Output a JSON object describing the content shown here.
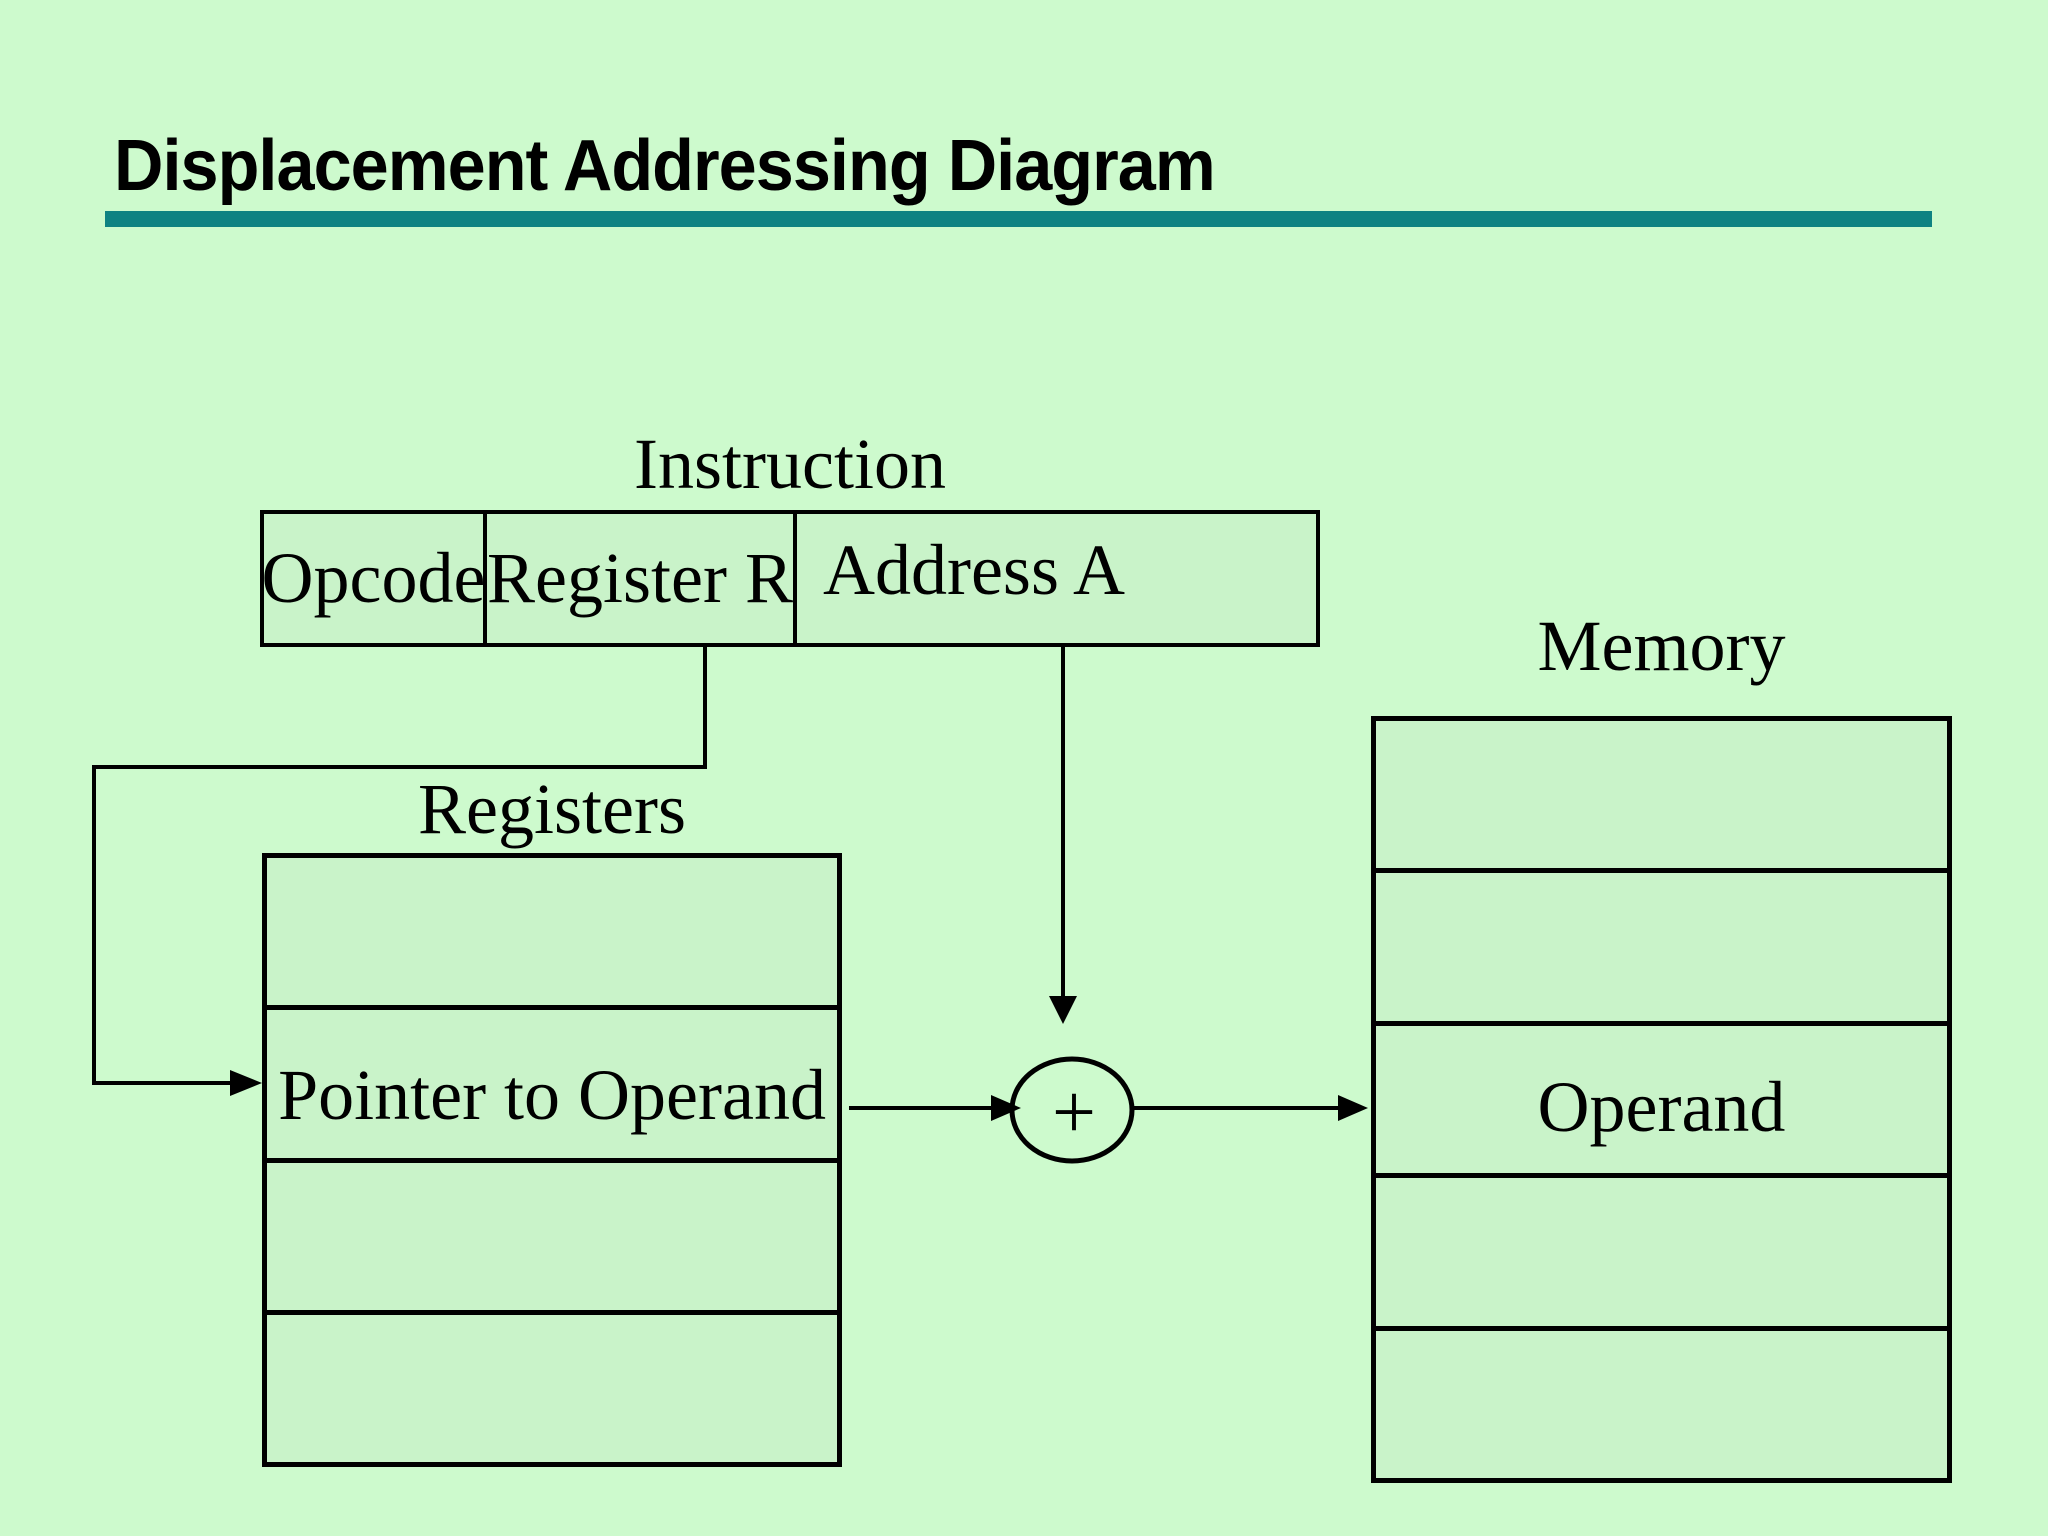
{
  "slide": {
    "title": "Displacement Addressing Diagram",
    "colors": {
      "background": "#cdfacd",
      "box_fill": "#c9f3c9",
      "accent_rule": "#0e8282",
      "ink": "#000000"
    }
  },
  "instruction": {
    "label": "Instruction",
    "fields": [
      {
        "label": "Opcode"
      },
      {
        "label": "Register R"
      },
      {
        "label": "Address A"
      }
    ]
  },
  "registers": {
    "label": "Registers",
    "rows": [
      {
        "label": ""
      },
      {
        "label": "Pointer to Operand"
      },
      {
        "label": ""
      },
      {
        "label": ""
      }
    ]
  },
  "memory": {
    "label": "Memory",
    "rows": [
      {
        "label": ""
      },
      {
        "label": ""
      },
      {
        "label": "Operand"
      },
      {
        "label": ""
      },
      {
        "label": ""
      }
    ]
  },
  "adder": {
    "symbol": "+"
  }
}
